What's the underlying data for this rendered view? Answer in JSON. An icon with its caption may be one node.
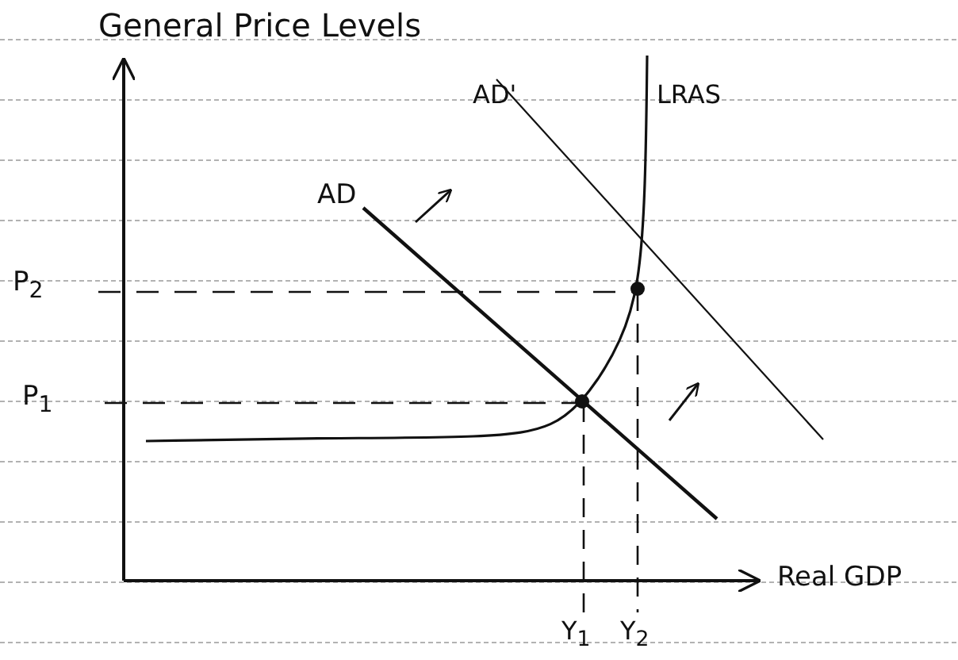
{
  "diagram": {
    "labels": [
      "General Price Levels",
      "AD'",
      "LRAS",
      "AD",
      "P$_{2}$",
      "P$_{1}$",
      "Y$_{1}$",
      "Y$_{2}$",
      "Real GDP"
    ]
  }
}
